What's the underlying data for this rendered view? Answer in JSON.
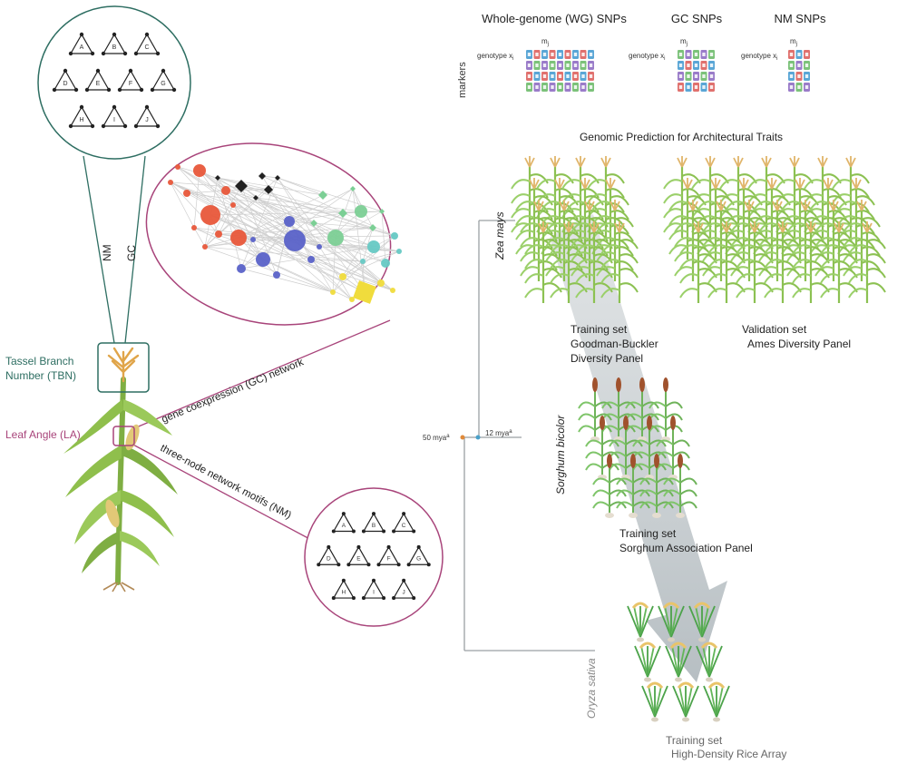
{
  "markers": {
    "axis_label": "markers",
    "panels": [
      {
        "title": "Whole-genome (WG) SNPs",
        "m_label": "m",
        "m_sub": "j",
        "genotype_label": "genotype x",
        "genotype_sub": "i",
        "columns": 9
      },
      {
        "title": "GC SNPs",
        "m_label": "m",
        "m_sub": "j",
        "genotype_label": "genotype x",
        "genotype_sub": "i",
        "columns": 5
      },
      {
        "title": "NM SNPs",
        "m_label": "m",
        "m_sub": "j",
        "genotype_label": "genotype x",
        "genotype_sub": "i",
        "columns": 3
      }
    ],
    "colors": [
      "#5aa6d6",
      "#7cc27a",
      "#e0716e",
      "#9a7cc9"
    ]
  },
  "genomic_prediction_title": "Genomic Prediction for Architectural Traits",
  "plant": {
    "tbn_label_1": "Tassel Branch",
    "tbn_label_2": "Number (TBN)",
    "la_label": "Leaf Angle (LA)",
    "tbn_color": "#2e6e62",
    "la_color": "#a8447a"
  },
  "connectors": {
    "nm": "NM",
    "gc": "GC",
    "gc_network": "gene coexpression (GC) network",
    "nm_motifs": "three-node network motifs (NM)"
  },
  "motif_letters_top": [
    "A",
    "B",
    "C",
    "D",
    "E",
    "F",
    "G",
    "H",
    "I",
    "J"
  ],
  "motif_letters_bottom": [
    "A",
    "B",
    "C",
    "D",
    "E",
    "F",
    "G",
    "H",
    "I",
    "J"
  ],
  "network_colors": {
    "red": "#e8573a",
    "black": "#222222",
    "blue": "#5a62c8",
    "green": "#7ccf95",
    "teal": "#66c9c4",
    "yellow": "#f0dc3c"
  },
  "tree": {
    "node_50": "50 mya",
    "node_50_sup": "a",
    "node_12": "12 mya",
    "node_12_sup": "a",
    "zea": "Zea mays",
    "sorghum": "Sorghum bicolor",
    "oryza": "Oryza sativa"
  },
  "sets": {
    "maize_training_1": "Training set",
    "maize_training_2": "Goodman-Buckler",
    "maize_training_3": "Diversity Panel",
    "maize_validation_1": "Validation set",
    "maize_validation_2": "Ames Diversity Panel",
    "sorghum_training_1": "Training set",
    "sorghum_training_2": "Sorghum Association Panel",
    "rice_training_1": "Training set",
    "rice_training_2": "High-Density Rice Array"
  }
}
